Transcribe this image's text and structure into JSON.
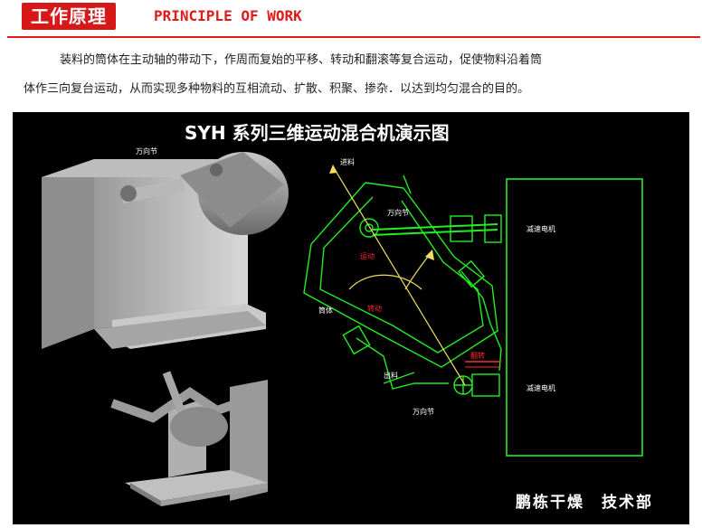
{
  "header": {
    "title_cn": "工作原理",
    "title_en": "PRINCIPLE OF WORK"
  },
  "description": {
    "line1": "装料的筒体在主动轴的带动下，作周而复始的平移、转动和翻滚等复合运动，促使物料沿着筒",
    "line2": "体作三向复台运动，从而实现多种物料的互相流动、扩散、积聚、掺杂．以达到均匀混合的目的。"
  },
  "diagram": {
    "title": "SYH 系列三维运动混合机演示图",
    "label_universal_joint_top": "万向节",
    "label_feed": "进料",
    "label_universal_joint_mid": "万向节",
    "label_motor_top": "减速电机",
    "label_motor_bottom": "减速电机",
    "label_barrel": "筒体",
    "label_red_1": "运动",
    "label_red_2": "转动",
    "label_red_3": "翻转",
    "label_discharge": "出料",
    "label_universal_joint_bottom": "万向节",
    "colors": {
      "background": "#000000",
      "outline": "#22ee22",
      "feed_axis": "#f0e060",
      "annotation_red": "#ff2a2a",
      "accent_red": "#d61818"
    }
  },
  "footer": {
    "text": "鹏栋干燥　技术部"
  }
}
